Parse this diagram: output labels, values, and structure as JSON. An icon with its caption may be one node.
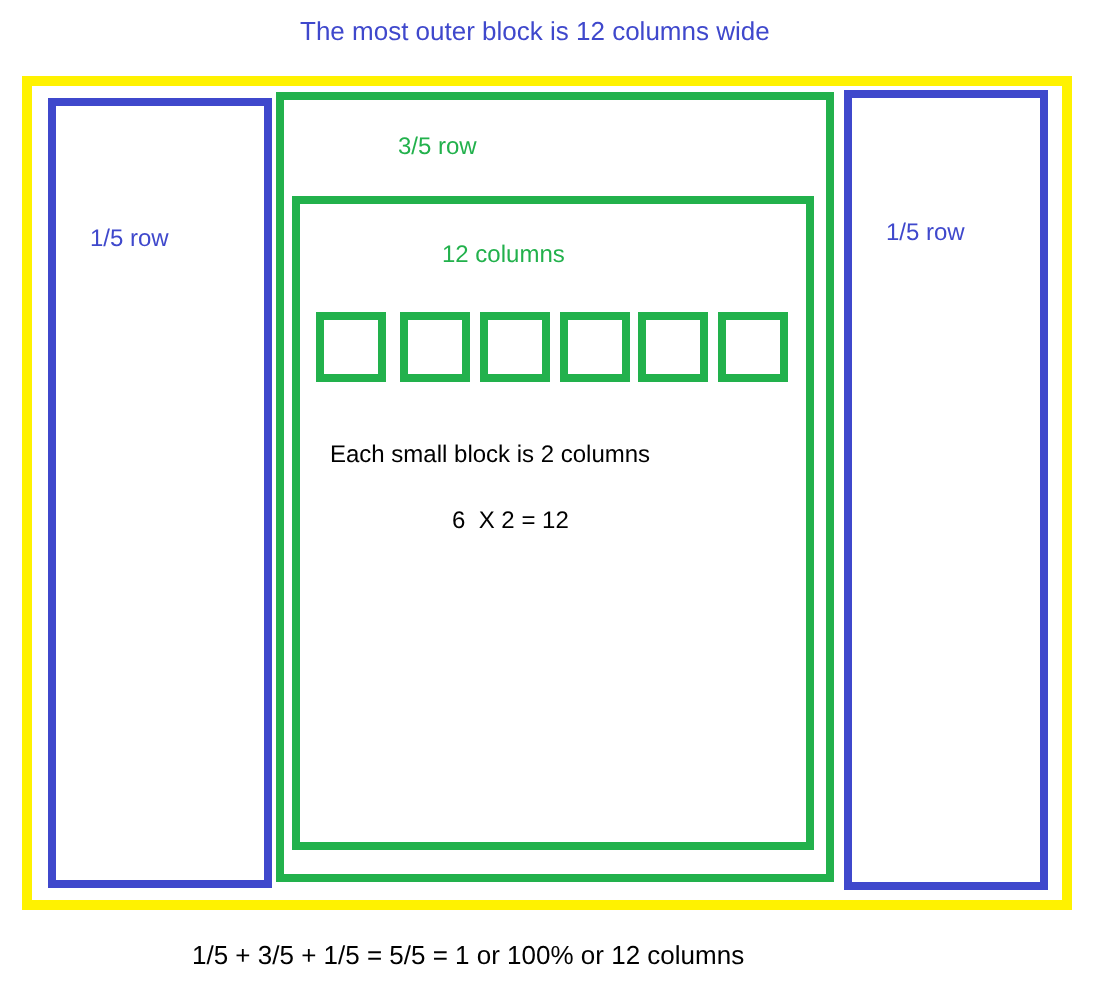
{
  "diagram": {
    "caption": "1/5 + 3/5 + 1/5 = 5/5 = 1 or 100% or 12 columns",
    "nodes": [
      {
        "text": [
          "The most outer block is 12 columns wide"
        ]
      },
      {
        "text": [
          "1/5 row"
        ],
        "in": 0
      },
      {
        "text": [
          "3/5 row"
        ],
        "in": 0
      },
      {
        "text": [
          "12 columns",
          "Each small block is 2 columns",
          "6  X 2 = 12"
        ],
        "in": 2
      },
      {
        "text": [],
        "shape": "box",
        "in": 3
      },
      {
        "text": [],
        "shape": "box",
        "in": 3
      },
      {
        "text": [],
        "shape": "box",
        "in": 3
      },
      {
        "text": [],
        "shape": "box",
        "in": 3
      },
      {
        "text": [],
        "shape": "box",
        "in": 3
      },
      {
        "text": [],
        "shape": "box",
        "in": 3
      },
      {
        "text": [
          "1/5 row"
        ],
        "in": 0
      }
    ]
  }
}
